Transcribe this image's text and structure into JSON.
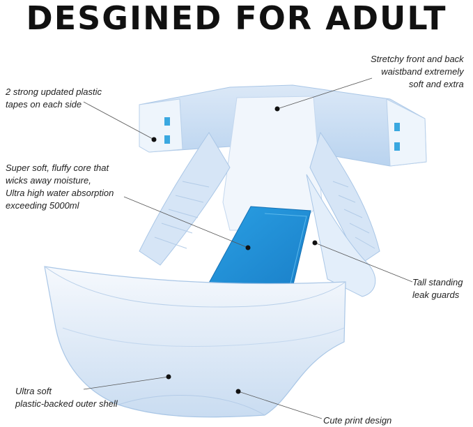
{
  "title": "DESGINED FOR ADULT",
  "callouts": {
    "tapes": [
      "2 strong updated plastic",
      "tapes on each side"
    ],
    "core": [
      "Super soft, fluffy core that",
      "wicks away moisture,",
      "Ultra high water absorption",
      "exceeding 5000ml"
    ],
    "waistband": [
      "Stretchy front and back",
      "waistband extremely",
      "soft and extra"
    ],
    "guards": [
      "Tall standing",
      "leak guards"
    ],
    "shell": [
      "Ultra soft",
      "plastic-backed outer shell"
    ],
    "print": [
      "Cute print design"
    ]
  },
  "colors": {
    "diaper_light": "#e8f1fb",
    "diaper_mid": "#c6dcf3",
    "core_blue": "#1e90d8",
    "tape_blue": "#3aa8e0",
    "text": "#222222"
  }
}
